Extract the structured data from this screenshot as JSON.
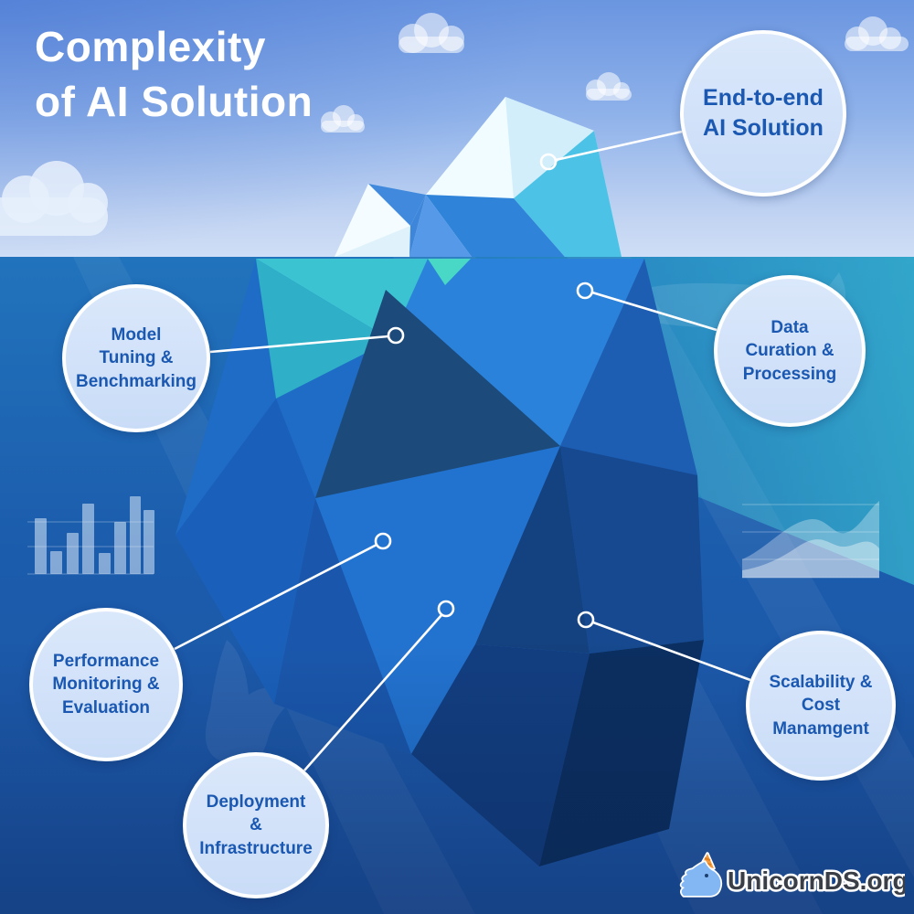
{
  "title": {
    "lines": [
      "Complexity",
      "of AI Solution"
    ]
  },
  "bubbles": [
    {
      "name": "end-to-end-ai-solution",
      "lines": [
        "End-to-end",
        "AI Solution"
      ]
    },
    {
      "name": "model-tuning-benchmarking",
      "lines": [
        "Model",
        "Tuning &",
        "Benchmarking"
      ]
    },
    {
      "name": "data-curation-processing",
      "lines": [
        "Data",
        "Curation &",
        "Processing"
      ]
    },
    {
      "name": "performance-monitoring-evaluation",
      "lines": [
        "Performance",
        "Monitoring &",
        "Evaluation"
      ]
    },
    {
      "name": "deployment-infrastructure",
      "lines": [
        "Deployment",
        "&",
        "Infrastructure"
      ]
    },
    {
      "name": "scalability-cost-management",
      "lines": [
        "Scalability &",
        "Cost",
        "Manamgent"
      ]
    }
  ],
  "logo": {
    "text": "UnicornDS.org",
    "icon": "unicorn-icon"
  },
  "decorations": {
    "left_icon": "bar-chart-icon",
    "right_icon": "area-chart-icon",
    "background_icons": [
      "cloud-icon",
      "whale-icon",
      "whale-tail-icon",
      "iceberg-illustration"
    ]
  },
  "colors": {
    "title_text": "#ffffff",
    "bubble_fill": "#cfe0f8",
    "bubble_border": "#ffffff",
    "bubble_text": "#1a58b2",
    "sky_top": "#6a95e0",
    "sky_horizon": "#cfdef6",
    "water_blue": "#1c5cac",
    "water_teal": "#3abecd",
    "iceberg_above_water": "#eefbff",
    "iceberg_dark_deep": "#0b2f60",
    "connector_line": "#ffffff",
    "logo_text_fill": "#3a3f47",
    "logo_horn": "#f29a3e",
    "logo_head": "#83b7f3"
  }
}
